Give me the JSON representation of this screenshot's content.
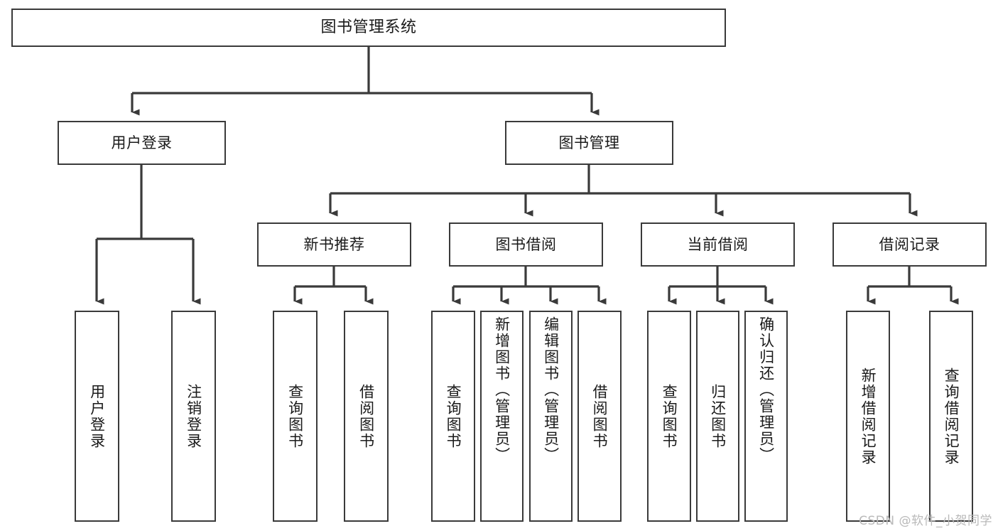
{
  "diagram": {
    "type": "tree-hierarchy",
    "title": "图书管理系统",
    "watermark": "CSDN @软件_小贺同学",
    "colors": {
      "box_border": "#3a3a3a",
      "box_fill": "#ffffff",
      "edge": "#3a3a3a",
      "text": "#1a1a1a",
      "watermark": "#b9b9b9"
    },
    "levels": {
      "level0": [
        {
          "id": "root",
          "label": "图书管理系统"
        }
      ],
      "level1": [
        {
          "id": "user-login",
          "label": "用户登录"
        },
        {
          "id": "book-manage",
          "label": "图书管理"
        }
      ],
      "level2": [
        {
          "id": "new-book-recommend",
          "label": "新书推荐"
        },
        {
          "id": "book-borrow",
          "label": "图书借阅"
        },
        {
          "id": "current-borrow",
          "label": "当前借阅"
        },
        {
          "id": "borrow-record",
          "label": "借阅记录"
        }
      ],
      "level3": [
        {
          "id": "leaf-user-login",
          "label": "用户登录",
          "parent": "user-login"
        },
        {
          "id": "leaf-logout-login",
          "label": "注销登录",
          "parent": "user-login"
        },
        {
          "id": "leaf-query-book-1",
          "label": "查询图书",
          "parent": "new-book-recommend"
        },
        {
          "id": "leaf-borrow-book-1",
          "label": "借阅图书",
          "parent": "new-book-recommend"
        },
        {
          "id": "leaf-query-book-2",
          "label": "查询图书",
          "parent": "book-borrow"
        },
        {
          "id": "leaf-add-book",
          "label": "新增图书（管理员）",
          "parent": "book-borrow"
        },
        {
          "id": "leaf-edit-book",
          "label": "编辑图书（管理员）",
          "parent": "book-borrow"
        },
        {
          "id": "leaf-borrow-book-2",
          "label": "借阅图书",
          "parent": "book-borrow"
        },
        {
          "id": "leaf-query-book-3",
          "label": "查询图书",
          "parent": "current-borrow"
        },
        {
          "id": "leaf-return-book",
          "label": "归还图书",
          "parent": "current-borrow"
        },
        {
          "id": "leaf-confirm-return",
          "label": "确认归还（管理员）",
          "parent": "current-borrow"
        },
        {
          "id": "leaf-add-record",
          "label": "新增借阅记录",
          "parent": "borrow-record"
        },
        {
          "id": "leaf-query-record",
          "label": "查询借阅记录",
          "parent": "borrow-record"
        }
      ]
    }
  }
}
